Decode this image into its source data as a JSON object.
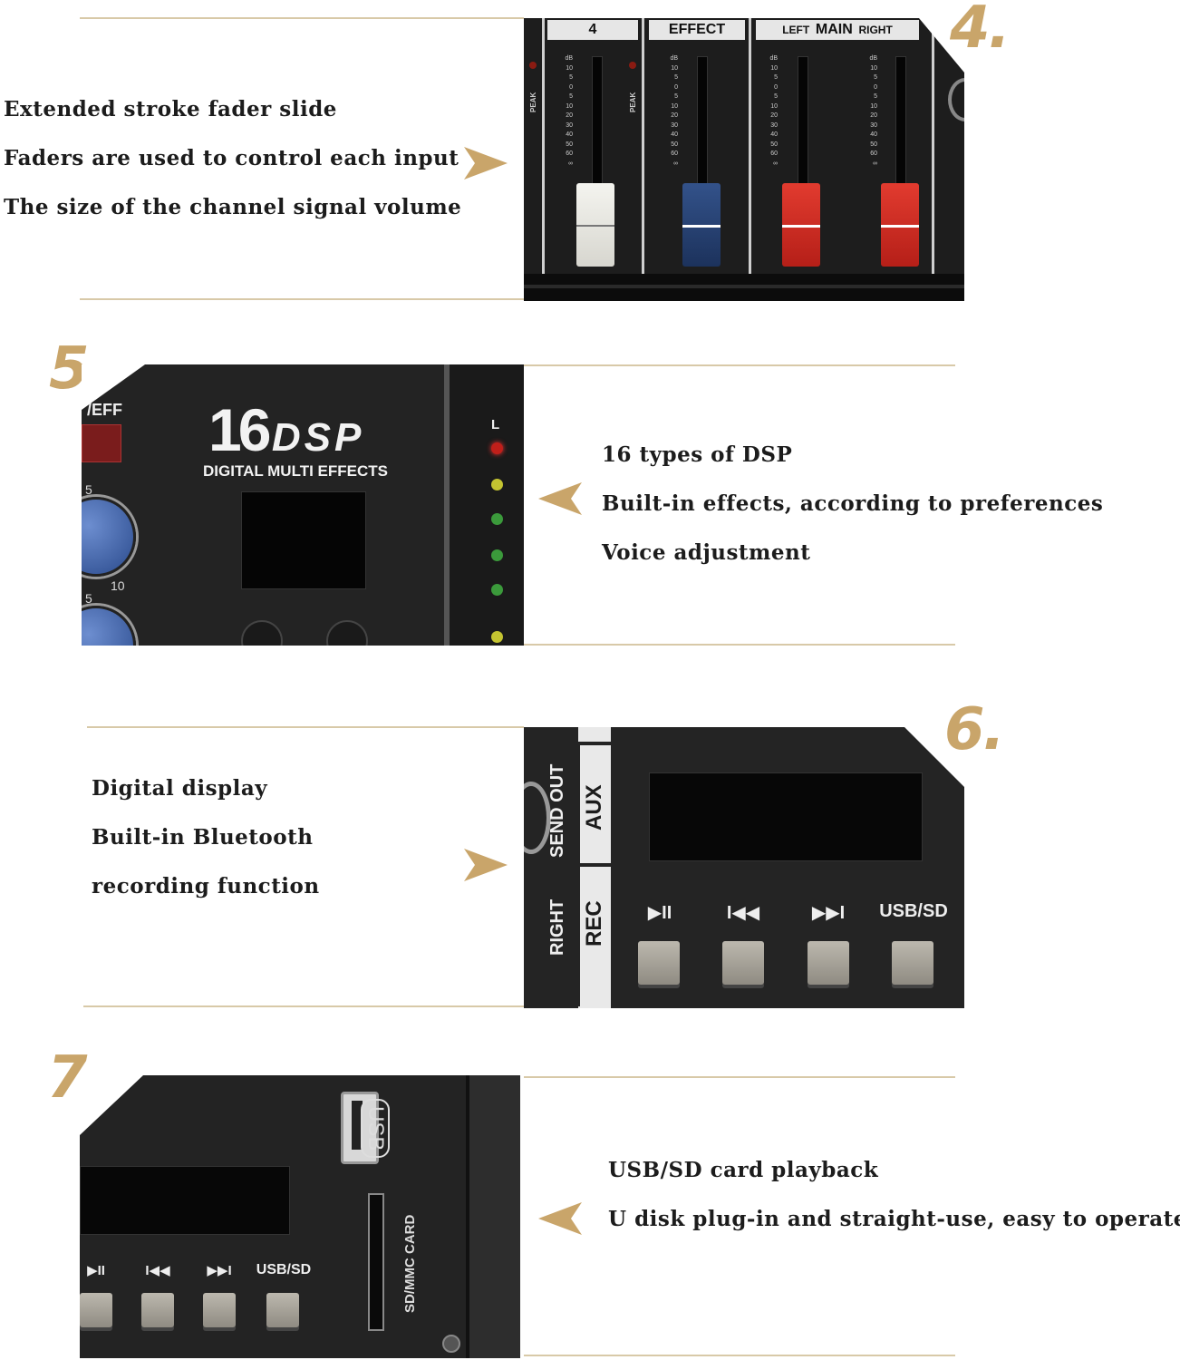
{
  "sections": [
    {
      "number": "4.",
      "lines": [
        "Extended stroke fader slide",
        "Faders are used to control each input",
        "The size of the channel signal volume"
      ],
      "panel": {
        "channel_label": "4",
        "effect_label": "EFFECT",
        "main_left": "LEFT",
        "main_label": "MAIN",
        "main_right": "RIGHT",
        "peak_label": "PEAK",
        "db_label": "dB",
        "scale": [
          "10",
          "5",
          "0",
          "5",
          "10",
          "20",
          "30",
          "40",
          "50",
          "60",
          "∞"
        ]
      }
    },
    {
      "number": "5.",
      "lines": [
        "16 types of DSP",
        "Built-in effects, according to preferences",
        "Voice adjustment"
      ],
      "panel": {
        "dsp_number": "16",
        "dsp_text": "DSP",
        "subtitle": "DIGITAL MULTI EFFECTS",
        "eff_label": "/EFF",
        "knob_label_5a": "5",
        "knob_label_10": "10",
        "knob_label_5b": "5",
        "meter_label": "L"
      }
    },
    {
      "number": "6.",
      "lines": [
        "Digital display",
        "Built-in Bluetooth",
        "recording function"
      ],
      "panel": {
        "send_out": "SEND OUT",
        "aux": "AUX",
        "right": "RIGHT",
        "rec": "REC",
        "play_pause": "▶II",
        "prev": "I◀◀",
        "next": "▶▶I",
        "usb_sd": "USB/SD"
      }
    },
    {
      "number": "7.",
      "lines": [
        "USB/SD card playback",
        "U disk plug-in and straight-use, easy to operate"
      ],
      "panel": {
        "usb_label": "USB",
        "card_label": "SD/MMC CARD",
        "play_pause": "▶II",
        "prev": "I◀◀",
        "next": "▶▶I",
        "usb_sd": "USB/SD"
      }
    }
  ],
  "colors": {
    "accent_gold": "#c9a56a",
    "rule": "#d8c9a8",
    "panel": "#1c1c1c"
  }
}
